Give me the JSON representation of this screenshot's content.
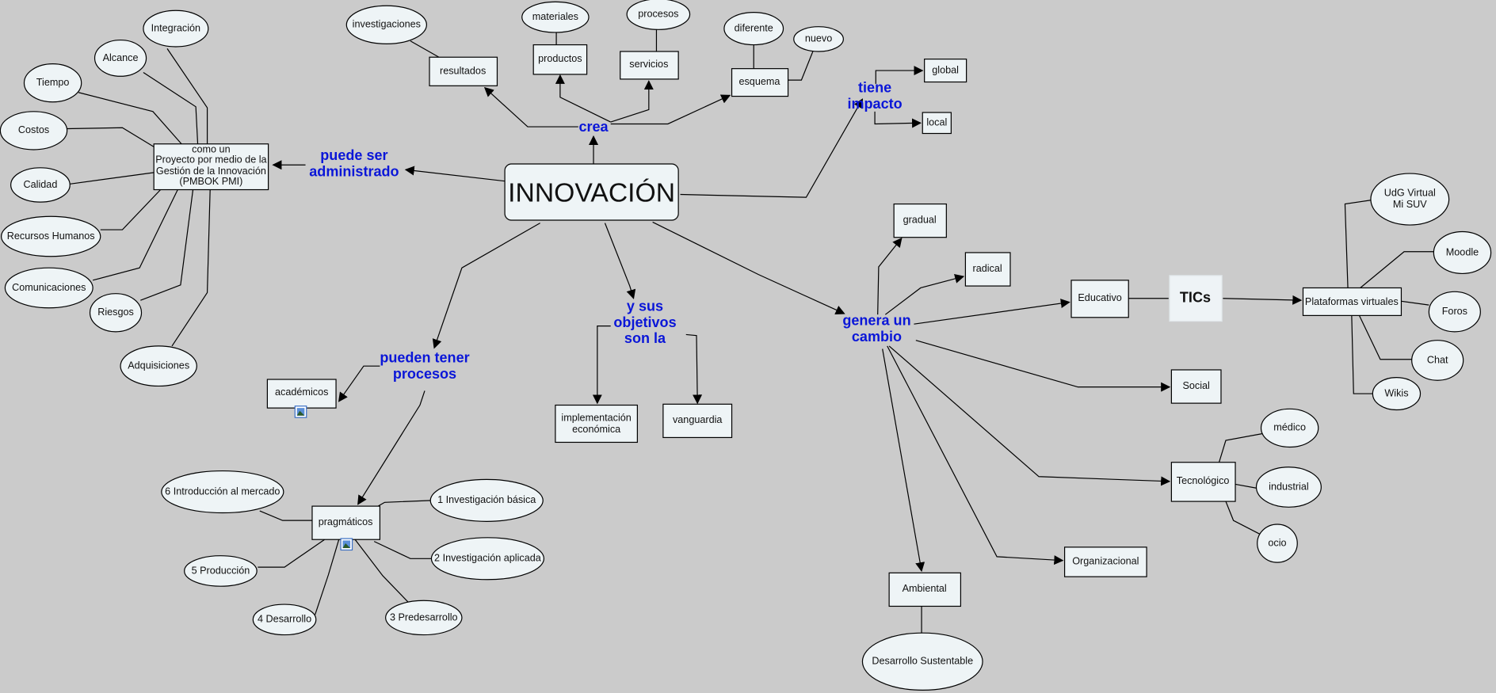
{
  "root": "INNOVACIÓN",
  "links": {
    "crea": "crea",
    "administrado": [
      "puede ser",
      "administrado"
    ],
    "impacto": [
      "tiene",
      "impacto"
    ],
    "objetivos": [
      "y sus",
      "objetivos",
      "son la"
    ],
    "procesos": [
      "pueden tener",
      "procesos"
    ],
    "cambio": [
      "genera un",
      "cambio"
    ]
  },
  "proyecto": [
    "como un",
    "Proyecto por medio de la",
    "Gestión de la Innovación",
    "(PMBOK PMI)"
  ],
  "pmbok_areas": [
    "Integración",
    "Alcance",
    "Tiempo",
    "Costos",
    "Calidad",
    "Recursos Humanos",
    "Comunicaciones",
    "Riesgos",
    "Adquisiciones"
  ],
  "crea": {
    "resultados": "resultados",
    "investigaciones": "investigaciones",
    "productos": "productos",
    "materiales": "materiales",
    "servicios": "servicios",
    "procesos": "procesos",
    "esquema": "esquema",
    "diferente": "diferente",
    "nuevo": "nuevo"
  },
  "impacto": {
    "global": "global",
    "local": "local"
  },
  "objetivos": {
    "implementacion": [
      "implementación",
      "económica"
    ],
    "vanguardia": "vanguardia"
  },
  "procesos": {
    "academicos": "académicos",
    "pragmaticos": "pragmáticos",
    "etapas": [
      "1 Investigación básica",
      "2 Investigación aplicada",
      "3 Predesarrollo",
      "4 Desarrollo",
      "5 Producción",
      "6 Introducción al mercado"
    ]
  },
  "cambio": {
    "gradual": "gradual",
    "radical": "radical",
    "educativo": "Educativo",
    "tics": "TICs",
    "plataformas": "Plataformas virtuales",
    "plataformas_items": [
      [
        "UdG Virtual",
        "Mi SUV"
      ],
      "Moodle",
      "Foros",
      "Chat",
      "Wikis"
    ],
    "social": "Social",
    "tecnologico": "Tecnológico",
    "tecnologico_items": [
      "médico",
      "industrial",
      "ocio"
    ],
    "organizacional": "Organizacional",
    "ambiental": "Ambiental",
    "sustentable": "Desarrollo Sustentable"
  }
}
